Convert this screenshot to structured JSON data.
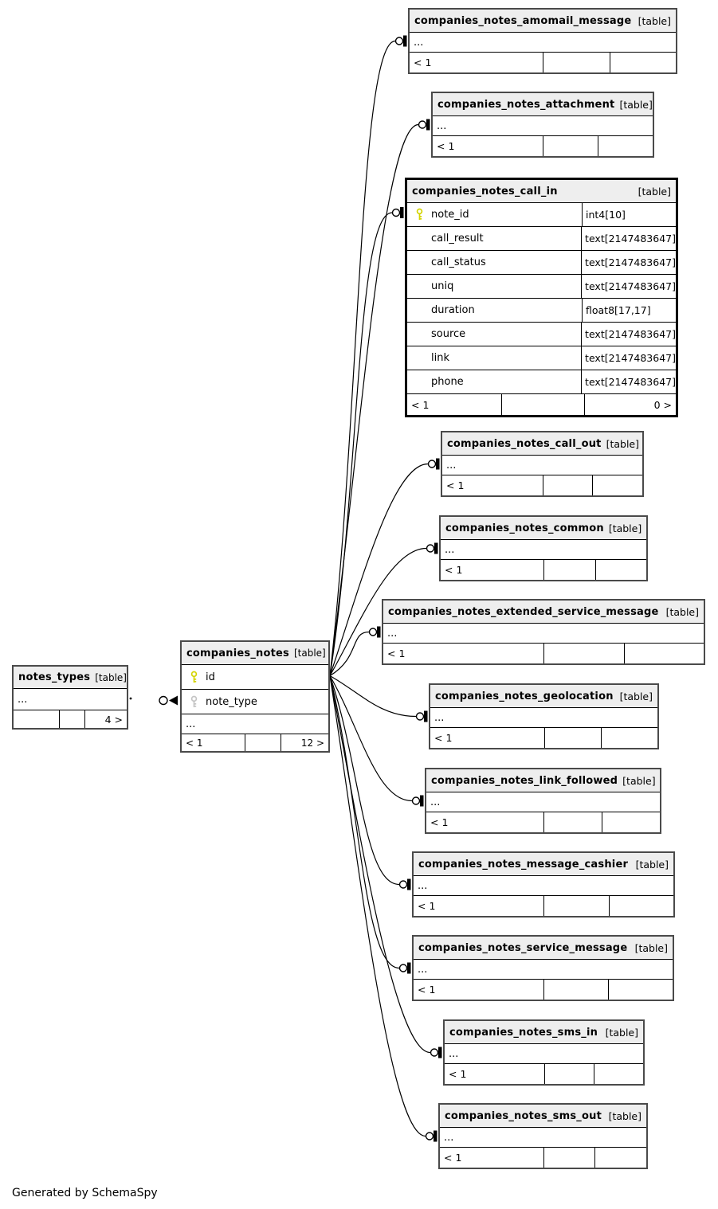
{
  "credit": "Generated by SchemaSpy",
  "labels": {
    "tag": "[table]",
    "ellipsis": "..."
  },
  "colors": {
    "header_bg": "#eeeeee",
    "table_border": "#4a4a4a",
    "focus_border": "#000000",
    "relation_line": "#000000",
    "pk_key": "#d4d400",
    "fk_key": "#c4c4c4"
  },
  "tables": [
    {
      "name": "companies_notes_amomail_message",
      "footer_left": "< 1",
      "footer_mid": "",
      "footer_right": ""
    },
    {
      "name": "companies_notes_attachment",
      "footer_left": "< 1",
      "footer_mid": "",
      "footer_right": ""
    },
    {
      "name": "companies_notes_call_in",
      "footer_left": "< 1",
      "footer_mid": "",
      "footer_right": "0 >",
      "columns": [
        {
          "name": "note_id",
          "type": "int4[10]",
          "key": "primary"
        },
        {
          "name": "call_result",
          "type": "text[2147483647]",
          "key": ""
        },
        {
          "name": "call_status",
          "type": "text[2147483647]",
          "key": ""
        },
        {
          "name": "uniq",
          "type": "text[2147483647]",
          "key": ""
        },
        {
          "name": "duration",
          "type": "float8[17,17]",
          "key": ""
        },
        {
          "name": "source",
          "type": "text[2147483647]",
          "key": ""
        },
        {
          "name": "link",
          "type": "text[2147483647]",
          "key": ""
        },
        {
          "name": "phone",
          "type": "text[2147483647]",
          "key": ""
        }
      ]
    },
    {
      "name": "companies_notes_call_out",
      "footer_left": "< 1",
      "footer_mid": "",
      "footer_right": ""
    },
    {
      "name": "companies_notes_common",
      "footer_left": "< 1",
      "footer_mid": "",
      "footer_right": ""
    },
    {
      "name": "companies_notes_extended_service_message",
      "footer_left": "< 1",
      "footer_mid": "",
      "footer_right": ""
    },
    {
      "name": "companies_notes_geolocation",
      "footer_left": "< 1",
      "footer_mid": "",
      "footer_right": ""
    },
    {
      "name": "companies_notes_link_followed",
      "footer_left": "< 1",
      "footer_mid": "",
      "footer_right": ""
    },
    {
      "name": "companies_notes_message_cashier",
      "footer_left": "< 1",
      "footer_mid": "",
      "footer_right": ""
    },
    {
      "name": "companies_notes_service_message",
      "footer_left": "< 1",
      "footer_mid": "",
      "footer_right": ""
    },
    {
      "name": "companies_notes_sms_in",
      "footer_left": "< 1",
      "footer_mid": "",
      "footer_right": ""
    },
    {
      "name": "companies_notes_sms_out",
      "footer_left": "< 1",
      "footer_mid": "",
      "footer_right": ""
    },
    {
      "name": "notes_types",
      "footer_left": "",
      "footer_mid": "",
      "footer_right": "4 >"
    },
    {
      "name": "companies_notes",
      "footer_left": "< 1",
      "footer_mid": "",
      "footer_right": "12 >",
      "columns": [
        {
          "name": "id",
          "key": "primary"
        },
        {
          "name": "note_type",
          "key": "foreign"
        }
      ]
    }
  ]
}
